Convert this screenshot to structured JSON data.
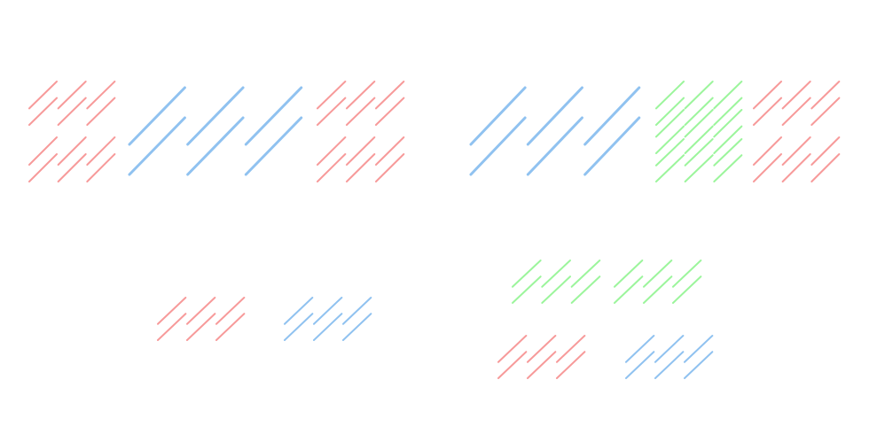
{
  "colors": {
    "red": "#f79a9a",
    "blue": "#90c2f0",
    "green": "#9cf59c"
  },
  "groups": [
    {
      "name": "top-left-red-pattern",
      "color": "red",
      "variant": "small"
    },
    {
      "name": "top-left-blue-pattern",
      "color": "blue",
      "variant": "large"
    },
    {
      "name": "top-left-second-red-pattern",
      "color": "red",
      "variant": "small"
    },
    {
      "name": "top-right-blue-pattern",
      "color": "blue",
      "variant": "large"
    },
    {
      "name": "top-right-green-pattern",
      "color": "green",
      "variant": "small"
    },
    {
      "name": "top-right-red-pattern",
      "color": "red",
      "variant": "small"
    },
    {
      "name": "bottom-left-red-pattern",
      "color": "red",
      "variant": "small"
    },
    {
      "name": "bottom-left-blue-pattern",
      "color": "blue",
      "variant": "small"
    },
    {
      "name": "bottom-right-green-pattern",
      "color": "green",
      "variant": "small"
    },
    {
      "name": "bottom-right-second-green-pattern",
      "color": "green",
      "variant": "small"
    },
    {
      "name": "bottom-right-red-pattern",
      "color": "red",
      "variant": "small"
    },
    {
      "name": "bottom-right-blue-pattern",
      "color": "blue",
      "variant": "small"
    }
  ]
}
